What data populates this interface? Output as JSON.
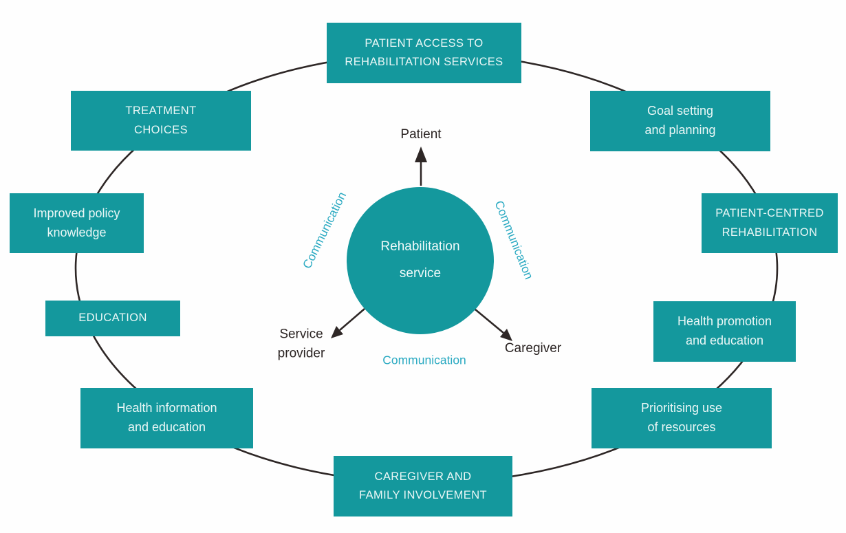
{
  "colors": {
    "teal": "#14989d",
    "comm": "#2baac2",
    "line": "#2e2726",
    "box_text": "#eaf7f6",
    "dark_text": "#2b2423",
    "background": "#fefefe"
  },
  "hub": {
    "label": "Rehabilitation\nservice"
  },
  "actors": {
    "patient": "Patient",
    "service_provider": "Service\nprovider",
    "caregiver": "Caregiver"
  },
  "communication": {
    "left": "Communication",
    "right": "Communication",
    "bottom": "Communication"
  },
  "boxes": [
    {
      "id": "patient-access",
      "label": "PATIENT ACCESS TO\nREHABILITATION SERVICES"
    },
    {
      "id": "goal-setting",
      "label": "Goal setting\nand planning"
    },
    {
      "id": "patient-centred-rehabilitation",
      "label": "PATIENT-CENTRED\nREHABILITATION"
    },
    {
      "id": "health-promotion",
      "label": "Health promotion\nand education"
    },
    {
      "id": "prioritising-resources",
      "label": "Prioritising use\nof resources"
    },
    {
      "id": "caregiver-family-involvement",
      "label": "CAREGIVER AND\nFAMILY INVOLVEMENT"
    },
    {
      "id": "health-information",
      "label": "Health information\nand education"
    },
    {
      "id": "education",
      "label": "EDUCATION"
    },
    {
      "id": "improved-policy-knowledge",
      "label": "Improved policy\nknowledge"
    },
    {
      "id": "treatment-choices",
      "label": "TREATMENT\nCHOICES"
    }
  ]
}
